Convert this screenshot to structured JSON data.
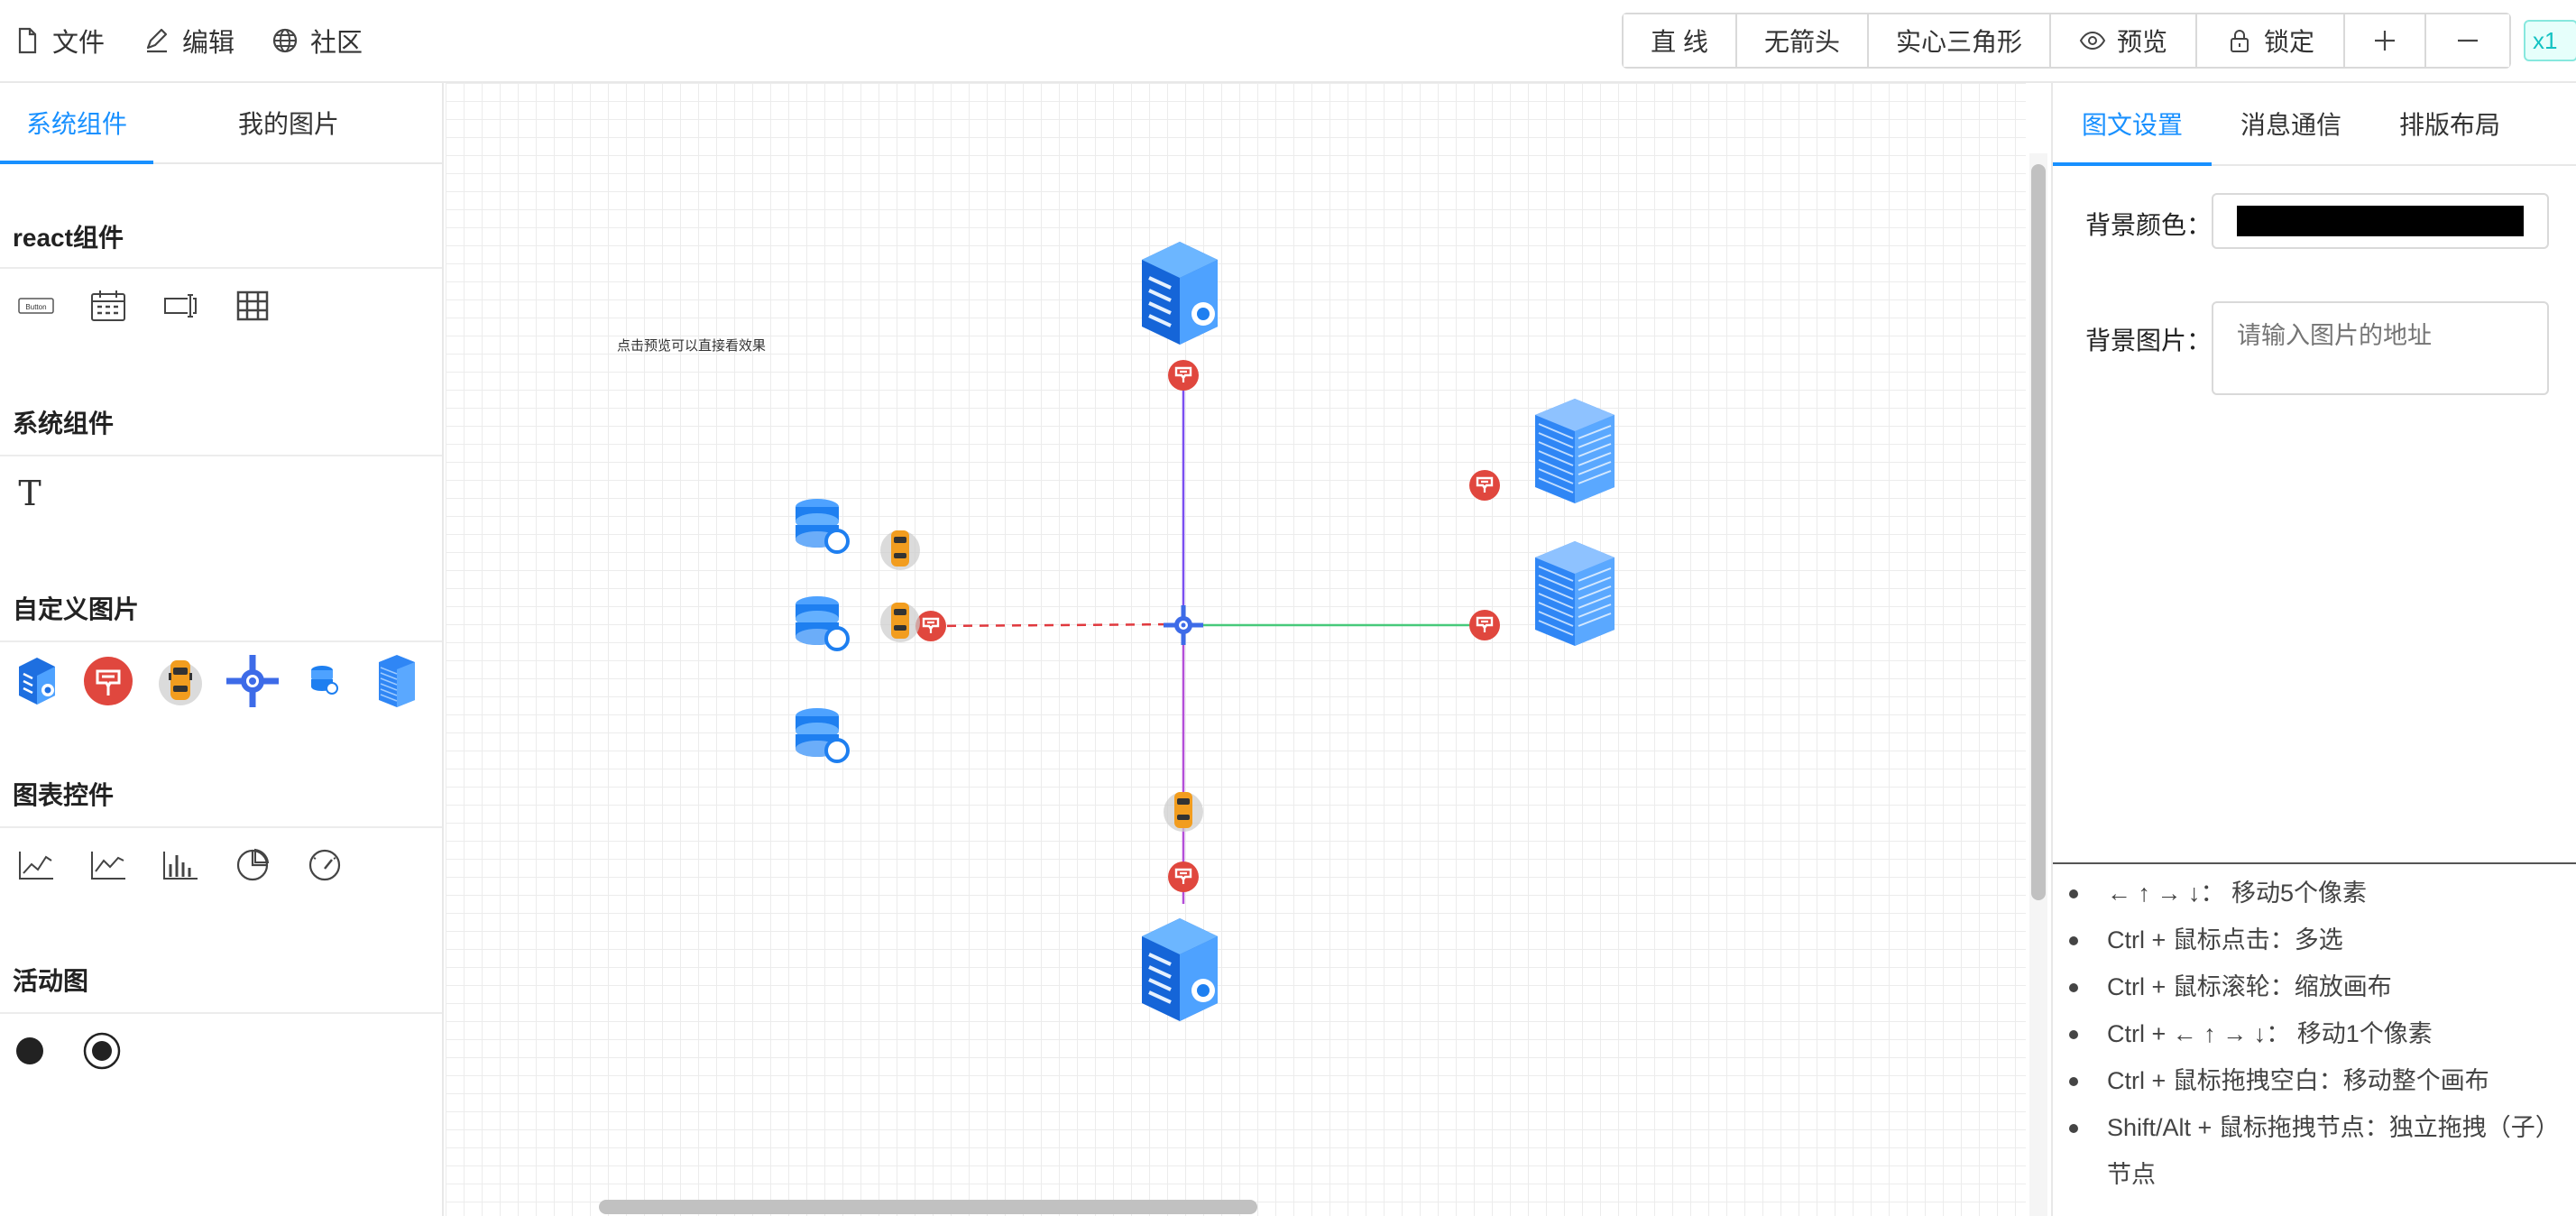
{
  "menu": {
    "file": "文件",
    "edit": "编辑",
    "community": "社区"
  },
  "toolbar": {
    "line_type": "直 线",
    "arrow": "无箭头",
    "arrow_end": "实心三角形",
    "preview": "预览",
    "lock": "锁定",
    "zoom_level": "x1"
  },
  "left_panel": {
    "tabs": [
      "系统组件",
      "我的图片"
    ],
    "active_tab": 0,
    "sections": {
      "react": "react组件",
      "system": "系统组件",
      "custom_images": "自定义图片",
      "chart_controls": "图表控件",
      "activity": "活动图"
    },
    "react_items": [
      "Button"
    ]
  },
  "canvas": {
    "hint_text": "点击预览可以直接看效果"
  },
  "right_panel": {
    "tabs": [
      "图文设置",
      "消息通信",
      "排版布局"
    ],
    "active_tab": 0,
    "bg_color_label": "背景颜色：",
    "bg_color_value": "#000000",
    "bg_image_label": "背景图片：",
    "bg_image_placeholder": "请输入图片的地址",
    "shortcuts": [
      "← ↑ → ↓： 移动5个像素",
      "Ctrl + 鼠标点击：多选",
      "Ctrl + 鼠标滚轮：缩放画布",
      "Ctrl + ← ↑ → ↓： 移动1个像素",
      "Ctrl + 鼠标拖拽空白：移动整个画布",
      "Shift/Alt + 鼠标拖拽节点：独立拖拽（子）节点"
    ]
  },
  "colors": {
    "accent": "#1890ff",
    "line_purple": "#7b4ff0",
    "line_red": "#e0393e",
    "line_green": "#47c97a",
    "marker_red": "#e0473e",
    "server_blue": "#1e7ff0"
  }
}
